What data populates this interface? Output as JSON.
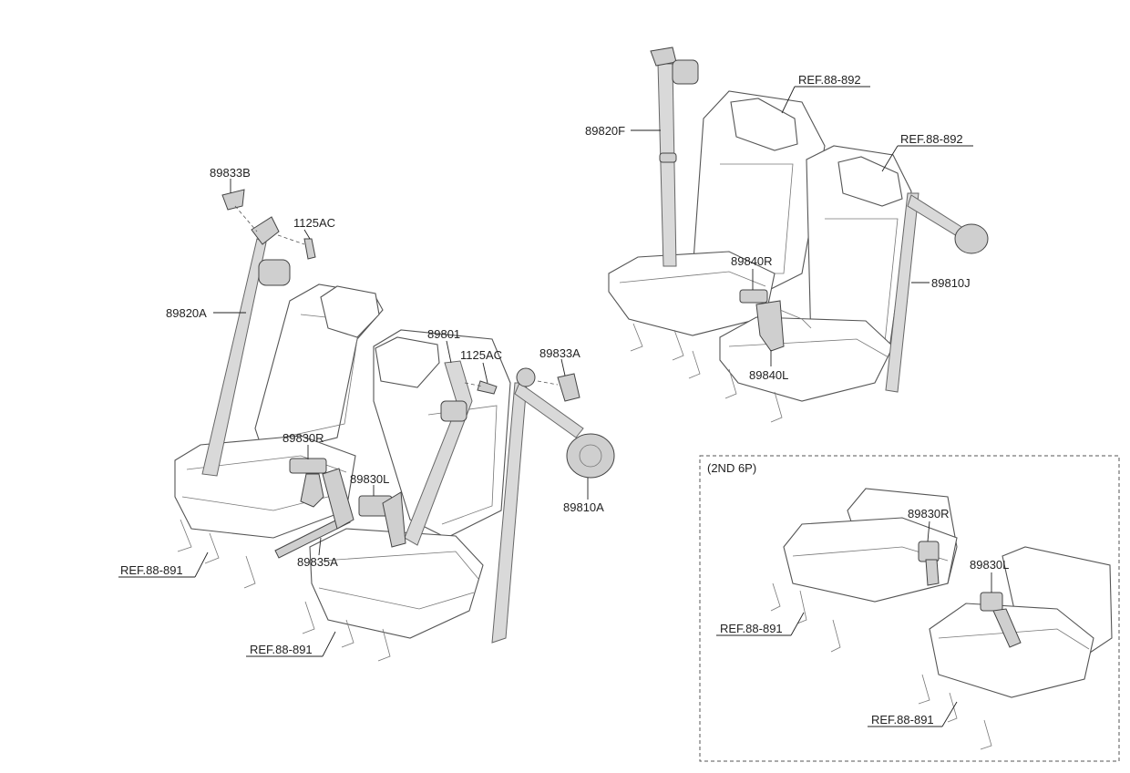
{
  "labels": {
    "p89833B": "89833B",
    "p1125AC_a": "1125AC",
    "p89820A": "89820A",
    "p89801": "89801",
    "p1125AC_b": "1125AC",
    "p89833A": "89833A",
    "p89830R": "89830R",
    "p89830L": "89830L",
    "p89835A": "89835A",
    "p89810A": "89810A",
    "p89820F": "89820F",
    "p89840R": "89840R",
    "p89840L": "89840L",
    "p89810J": "89810J",
    "ref_892_a": "REF.88-892",
    "ref_892_b": "REF.88-892",
    "ref_891_a": "REF.88-891",
    "ref_891_b": "REF.88-891",
    "inset_title": "(2ND 6P)",
    "inset_89830R": "89830R",
    "inset_89830L": "89830L",
    "ref_891_c": "REF.88-891",
    "ref_891_d": "REF.88-891"
  },
  "colors": {
    "line": "#555555",
    "belt": "#d9d9d9",
    "part": "#cfcfcf"
  }
}
